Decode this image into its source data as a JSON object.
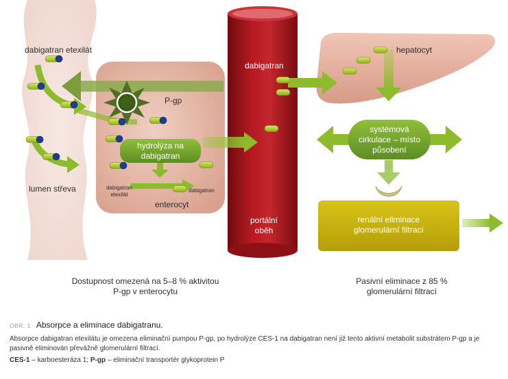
{
  "labels": {
    "dabigatran_etexilate": "dabigatran etexilát",
    "lumen": "lumen střeva",
    "pgp": "P-gp",
    "hydrolysis": "hydrolýza na dabigatran",
    "small_etexilate": "dabigatran etexilát",
    "small_dabigatran": "dabigatran",
    "enterocyte": "enterocyt",
    "dabigatran_blood": "dabigatran",
    "portal": "portální oběh",
    "hepatocyte": "hepatocyt",
    "systemic": "systémová cirkulace – místo působení",
    "renal": "renální eliminace glomerulární filtrací"
  },
  "notes": {
    "left": "Dostupnost omezená na 5–8 % aktivitou P-gp v enterocytu",
    "right": "Pasivní eliminace z 85 % glomerulární filtrací"
  },
  "caption": {
    "number": "OBR. 1",
    "title": "Absorpce a eliminace dabigatranu.",
    "text": "Absorpce dabigatran etexilátu je omezena eliminační pumpou P-gp, po hydrolýze CES-1 na dabigatran není již tento aktivní metabolit substrátem P-gp a je pasivně eliminován převážně glomerulární filtrací.",
    "abbrev_ces_key": "CES-1",
    "abbrev_ces_val": " – karboesteráza 1; ",
    "abbrev_pgp_key": "P-gp",
    "abbrev_pgp_val": " – eliminační transportér glykoprotein P"
  },
  "colors": {
    "arrow_green": "#8dbb2e",
    "arrow_dark_green": "#5b8a2a",
    "vessel_red": "#a3141b",
    "enterocyte_fill": "#e8b9a8",
    "liver_fill": "#e8b1a0",
    "lumen_fill": "#f3ddd6",
    "renal_gold": "#c9b40e",
    "pill_green": "#b5cf2c",
    "pill_blue": "#1e3d8f"
  },
  "icons": [
    "pgp-pump-icon",
    "pill-molecule-icon",
    "crescent-receptor-icon"
  ]
}
